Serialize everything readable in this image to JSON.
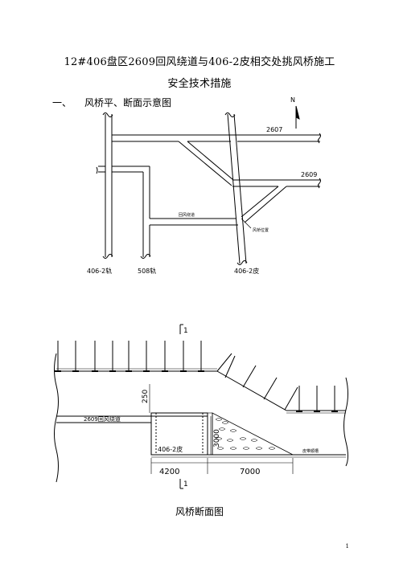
{
  "document": {
    "title_line1": "12#406盘区2609回风绕道与406-2皮相交处挑风桥施工",
    "title_line2": "安全技术措施",
    "section_number": "一、",
    "section_title": "风桥平、断面示意图",
    "caption": "风桥断面图",
    "page_number": "1"
  },
  "plan": {
    "north": "N",
    "label_2607": "2607",
    "label_2609": "2609",
    "label_406_left": "406-2轨",
    "label_508": "508轨",
    "label_406_right": "406-2皮",
    "label_bypass": "回风绕道",
    "label_bridge": "风桥位置"
  },
  "section": {
    "marker": "1",
    "label_2609": "2609回风绕道",
    "label_406": "406-2皮",
    "label_return": "皮带顺槽",
    "dim_250": "250",
    "dim_3000": "3000",
    "dim_4200": "4200",
    "dim_7000": "7000"
  }
}
